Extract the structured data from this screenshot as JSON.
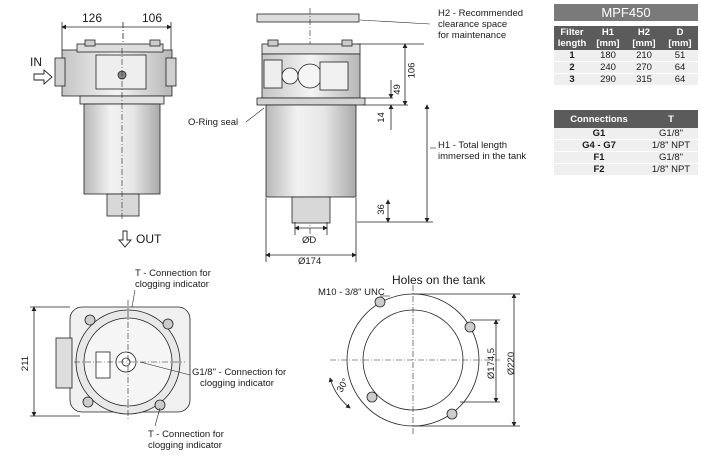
{
  "model": "MPF450",
  "dims_top": {
    "left": "126",
    "right": "106"
  },
  "labels": {
    "in": "IN",
    "out": "OUT",
    "h2_note": [
      "H2 - Recommended",
      "clearance space",
      "for maintenance"
    ],
    "oring": "O-Ring seal",
    "h1_note": [
      "H1 - Total length",
      "immersed in the tank"
    ],
    "t_conn_top": [
      "T - Connection for",
      "clogging indicator"
    ],
    "g18_conn": [
      "G1/8\" - Connection for",
      "clogging indicator"
    ],
    "t_conn_bottom": [
      "T - Connection for",
      "clogging indicator"
    ],
    "holes": "Holes on the tank",
    "m10": "M10 - 3/8\" UNC",
    "phiD": "ØD",
    "phi174": "Ø174",
    "phi1745": "Ø174,5",
    "phi220": "Ø220",
    "deg30": "30°"
  },
  "dims_side": {
    "d106": "106",
    "d49": "49",
    "d14": "14",
    "d36": "36",
    "d211": "211"
  },
  "filter_table": {
    "headers": [
      [
        "Filter",
        "length"
      ],
      [
        "H1",
        "[mm]"
      ],
      [
        "H2",
        "[mm]"
      ],
      [
        "D",
        "[mm]"
      ]
    ],
    "rows": [
      [
        "1",
        "180",
        "210",
        "51"
      ],
      [
        "2",
        "240",
        "270",
        "64"
      ],
      [
        "3",
        "290",
        "315",
        "64"
      ]
    ]
  },
  "conn_table": {
    "headers": [
      "Connections",
      "T"
    ],
    "rows": [
      [
        "G1",
        "G1/8\""
      ],
      [
        "G4 - G7",
        "1/8\" NPT"
      ],
      [
        "F1",
        "G1/8\""
      ],
      [
        "F2",
        "1/8\" NPT"
      ]
    ]
  }
}
